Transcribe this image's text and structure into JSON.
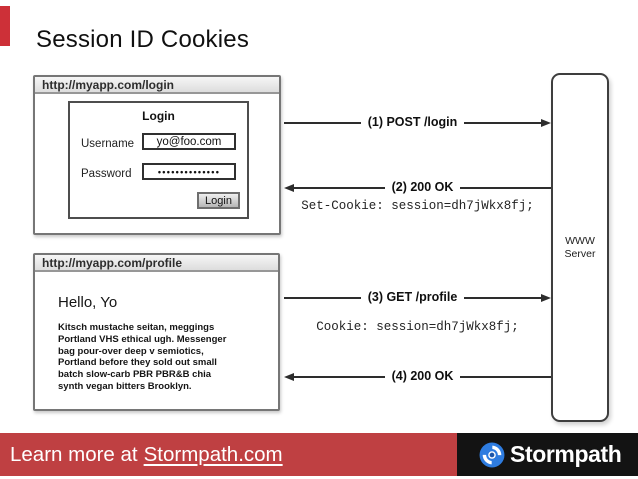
{
  "slide": {
    "title": "Session ID Cookies",
    "colors": {
      "accent_red": "#cd3038",
      "footer_red": "#bf4042",
      "footer_black": "#131313",
      "logo_blue": "#2e7ce0"
    }
  },
  "login_window": {
    "url": "http://myapp.com/login",
    "form_title": "Login",
    "username_label": "Username",
    "username_value": "yo@foo.com",
    "password_label": "Password",
    "password_value": "••••••••••••••",
    "submit_label": "Login"
  },
  "profile_window": {
    "url": "http://myapp.com/profile",
    "heading": "Hello, Yo",
    "body": "Kitsch mustache seitan, meggings\nPortland VHS ethical ugh. Messenger\nbag pour-over deep v semiotics,\nPortland before they sold out small\nbatch slow-carb PBR PBR&B chia\nsynth vegan bitters Brooklyn."
  },
  "server": {
    "label": "WWW\nServer"
  },
  "messages": [
    {
      "label": "(1) POST /login",
      "direction": "right",
      "detail": ""
    },
    {
      "label": "(2) 200 OK",
      "direction": "left",
      "detail": "Set-Cookie: session=dh7jWkx8fj;"
    },
    {
      "label": "(3) GET /profile",
      "direction": "right",
      "detail": "Cookie: session=dh7jWkx8fj;"
    },
    {
      "label": "(4) 200 OK",
      "direction": "left",
      "detail": ""
    }
  ],
  "footer": {
    "text_prefix": "Learn more at",
    "link_text": "Stormpath.com",
    "brand_name": "Stormpath"
  }
}
